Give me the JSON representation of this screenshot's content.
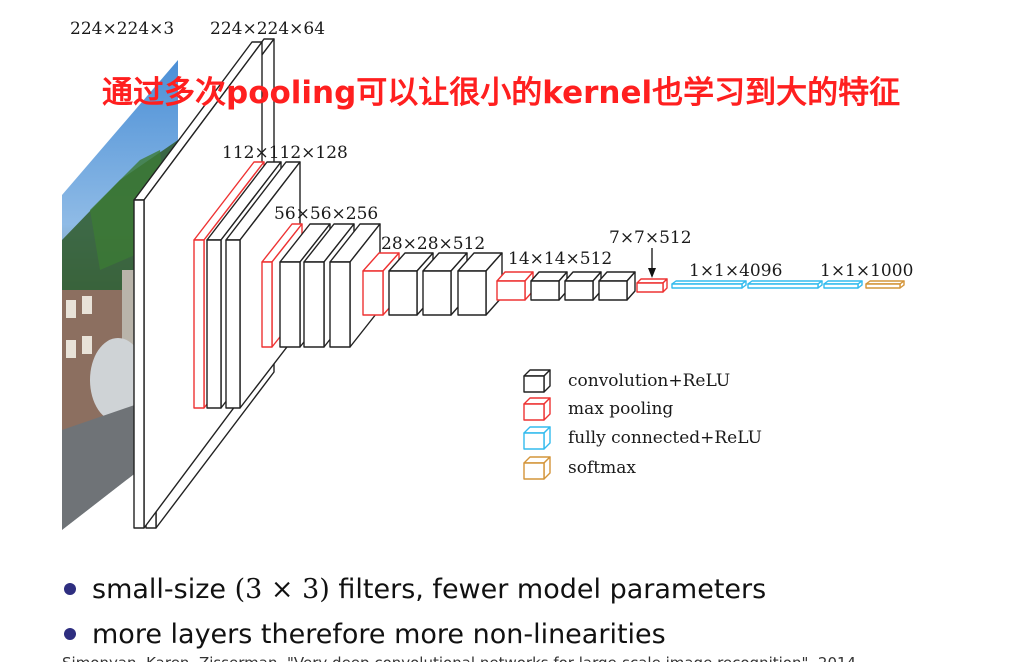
{
  "annotation": "通过多次pooling可以让很小的kernel也学习到大的特征",
  "layer_labels": {
    "input": "224×224×3",
    "conv1": "224×224×64",
    "conv2": "112×112×128",
    "conv3": "56×56×256",
    "conv4": "28×28×512",
    "conv5": "14×14×512",
    "pool5": "7×7×512",
    "fc1": "1×1×4096",
    "fc3": "1×1×1000"
  },
  "legend": [
    {
      "label": "convolution+ReLU",
      "color": "#222222"
    },
    {
      "label": "max pooling",
      "color": "#ee3333"
    },
    {
      "label": "fully connected+ReLU",
      "color": "#33bbee"
    },
    {
      "label": "softmax",
      "color": "#d4953a"
    }
  ],
  "bullets": [
    {
      "pre": "small-size ",
      "math": "(3 × 3)",
      "post": " filters, fewer model parameters"
    },
    {
      "pre": "more layers therefore more non-linearities",
      "math": "",
      "post": ""
    }
  ],
  "citation": "Simonyan, Karen, Zisserman. \"Very deep convolutional networks for large-scale image recognition\", 2014"
}
